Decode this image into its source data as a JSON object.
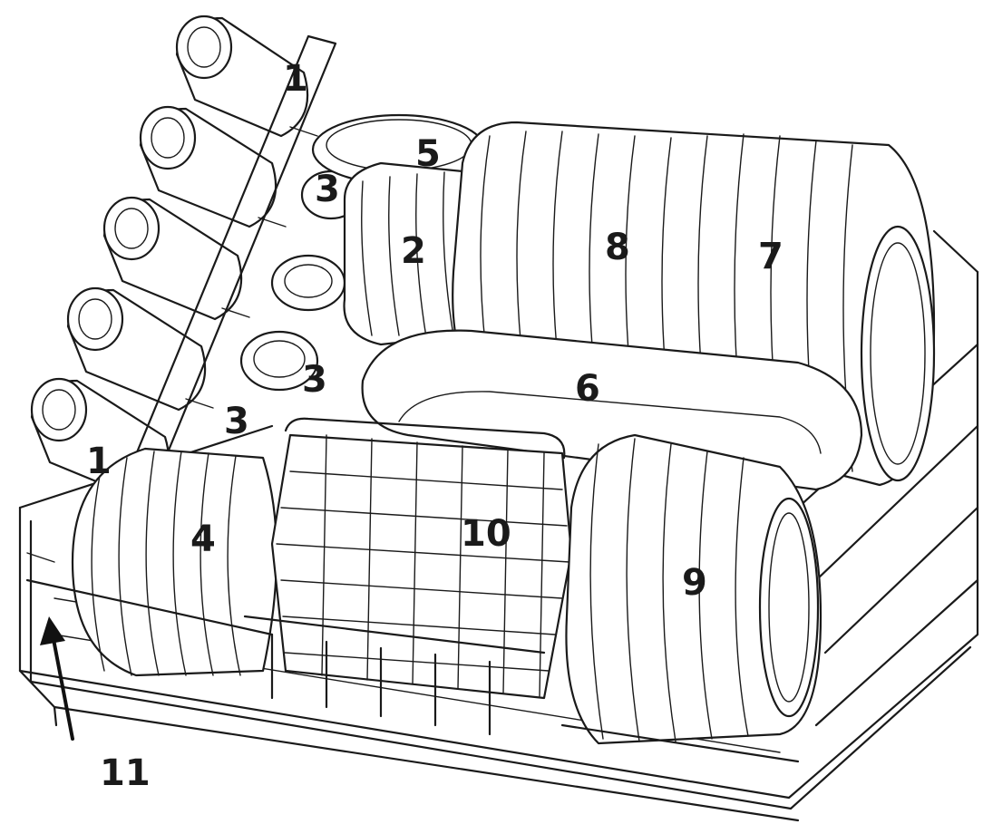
{
  "callouts": {
    "c1a": "1",
    "c1b": "1",
    "c2": "2",
    "c3a": "3",
    "c3b": "3",
    "c3c": "3",
    "c4": "4",
    "c5": "5",
    "c6": "6",
    "c7": "7",
    "c8": "8",
    "c9": "9",
    "c10": "10",
    "c11": "11"
  }
}
